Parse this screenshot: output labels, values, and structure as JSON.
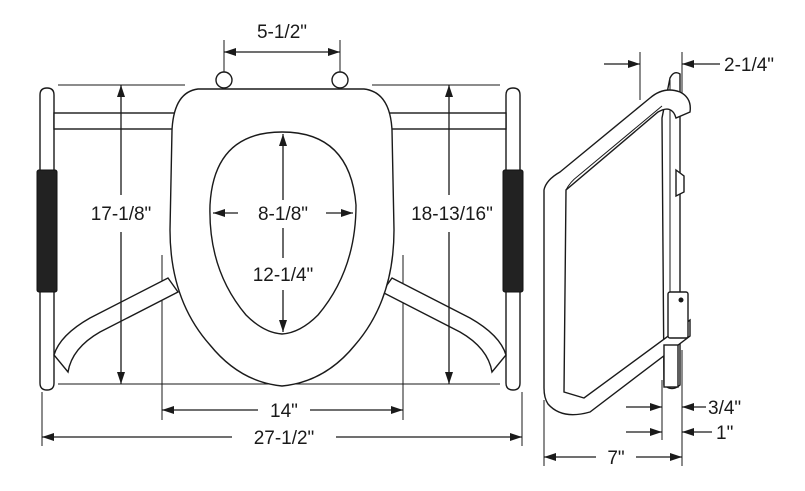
{
  "dimensions": {
    "hinge_spacing": "5-1/2\"",
    "left_height": "17-1/8\"",
    "right_height": "18-13/16\"",
    "opening_width": "8-1/8\"",
    "opening_length": "12-1/4\"",
    "inner_width": "14\"",
    "overall_width": "27-1/2\"",
    "side_top_offset": "2-1/4\"",
    "side_seat_thickness": "3/4\"",
    "side_clearance": "1\"",
    "side_depth": "7\""
  },
  "colors": {
    "line": "#1a1a1a",
    "grip": "#222222",
    "background": "#ffffff"
  }
}
